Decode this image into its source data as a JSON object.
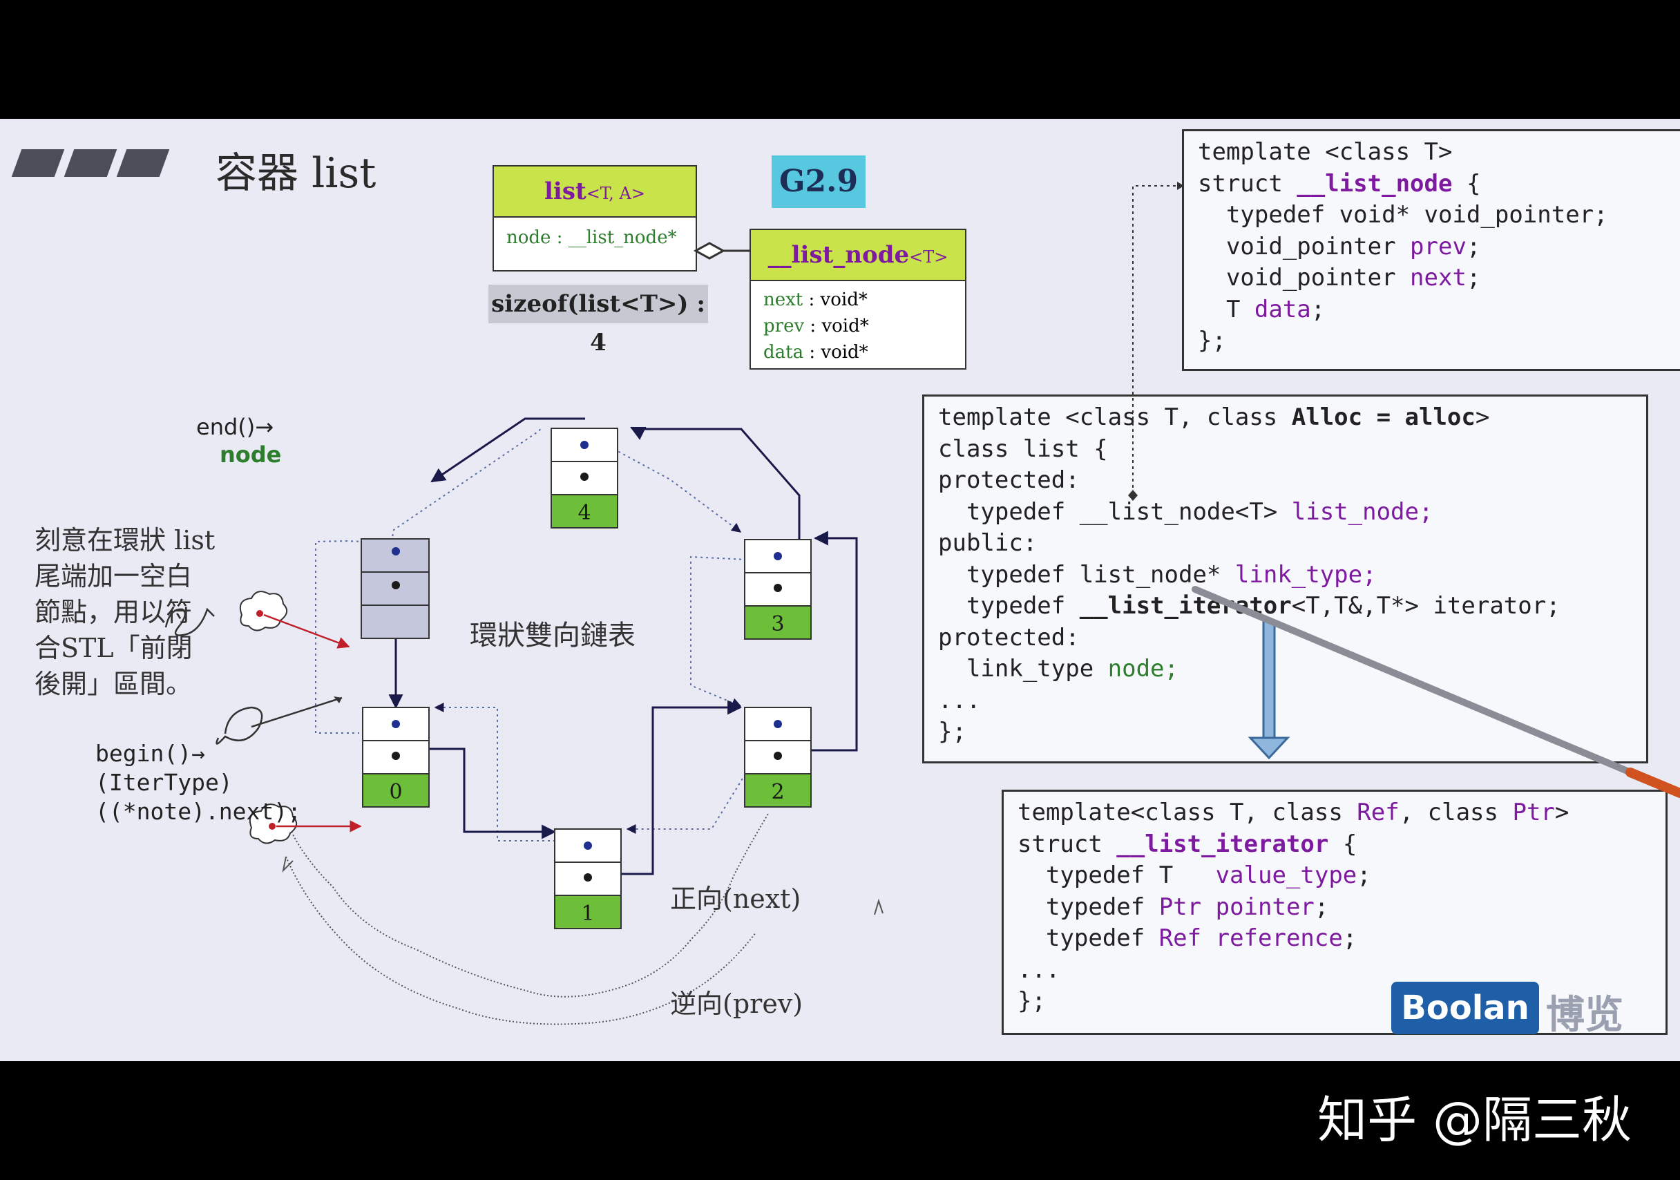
{
  "slide": {
    "title": "容器 list",
    "version_badge": "G2.9",
    "size_note": "sizeof(list<T>) : 4"
  },
  "uml_list": {
    "name": "list",
    "params": "<T, A>",
    "field_label": "node",
    "field_type": ": __list_node*"
  },
  "uml_node": {
    "name": "__list_node",
    "params": "<T>",
    "fields": [
      {
        "name": "next",
        "type": ": void*"
      },
      {
        "name": "prev",
        "type": ": void*"
      },
      {
        "name": "data",
        "type": ": void*"
      }
    ]
  },
  "code_node": {
    "lines": [
      "template <class T>",
      "struct __list_node {",
      "  typedef void* void_pointer;",
      "  void_pointer prev;",
      "  void_pointer next;",
      "  T data;",
      "};"
    ]
  },
  "code_list": {
    "lines": [
      "template <class T, class Alloc = alloc>",
      "class list {",
      "protected:",
      "  typedef __list_node<T> list_node;",
      "public:",
      "  typedef list_node* link_type;",
      "  typedef __list_iterator<T,T&,T*> iterator;",
      "protected:",
      "  link_type node;",
      "...",
      "};"
    ]
  },
  "code_iter": {
    "lines": [
      "template<class T, class Ref, class Ptr>",
      "struct __list_iterator {",
      "  typedef T   value_type;",
      "  typedef Ptr pointer;",
      "  typedef Ref reference;",
      "...",
      "};"
    ]
  },
  "diagram": {
    "end_label": "end()→",
    "end_sub": "node",
    "note": [
      "刻意在環狀 list",
      "尾端加一空白",
      "節點，用以符",
      "合STL「前閉",
      "後開」區間。"
    ],
    "begin": [
      "begin()→",
      "(IterType)",
      "((*note).next);"
    ],
    "center": "環狀雙向鏈表",
    "forward": "正向(next)",
    "backward": "逆向(prev)",
    "nodes": [
      "4",
      "3",
      "0",
      "2",
      "1"
    ]
  },
  "branding": {
    "logo": "Boolan",
    "logo_cn": "博览",
    "watermark": "知乎 @隔三秋"
  },
  "colors": {
    "slide_bg": "#e9eaf4",
    "header_green": "#c9e34a",
    "node_green": "#6dbf3a",
    "badge_blue": "#58c8e0",
    "purple": "#7d1a9f",
    "arrow_red": "#c0202a"
  }
}
